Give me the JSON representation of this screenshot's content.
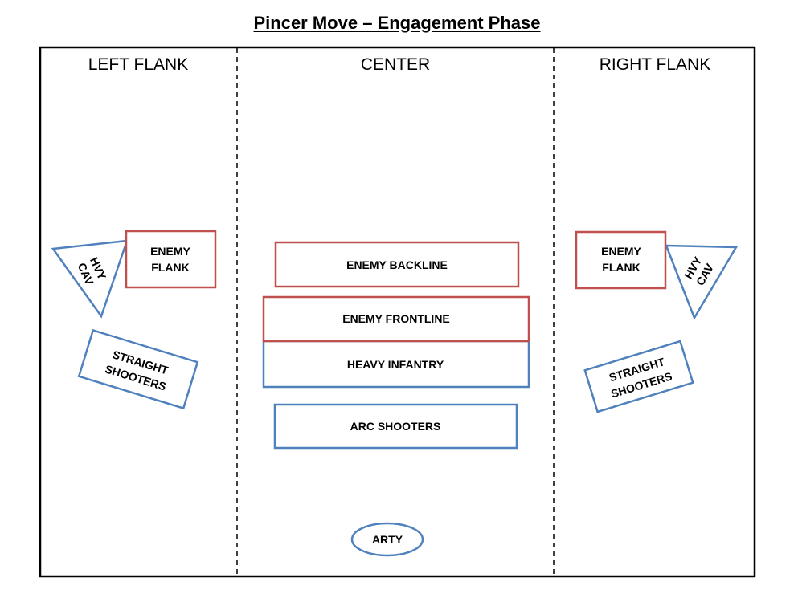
{
  "title": "Pincer Move – Engagement Phase",
  "zones": {
    "left": "LEFT FLANK",
    "center": "CENTER",
    "right": "RIGHT FLANK"
  },
  "units": {
    "left_enemy_flank": [
      "ENEMY",
      "FLANK"
    ],
    "left_cavalry": [
      "HVY",
      "CAV"
    ],
    "left_straight_shooters": [
      "STRAIGHT",
      "SHOOTERS"
    ],
    "enemy_backline": "ENEMY BACKLINE",
    "enemy_frontline": "ENEMY FRONTLINE",
    "heavy_infantry": "HEAVY INFANTRY",
    "arc_shooters": "ARC SHOOTERS",
    "artillery": "ARTY",
    "right_enemy_flank": [
      "ENEMY",
      "FLANK"
    ],
    "right_cavalry": [
      "HVY",
      "CAV"
    ],
    "right_straight_shooters": [
      "STRAIGHT",
      "SHOOTERS"
    ]
  },
  "colors": {
    "enemy": "#c0504d",
    "friendly": "#4f81bd",
    "border": "#000000"
  }
}
